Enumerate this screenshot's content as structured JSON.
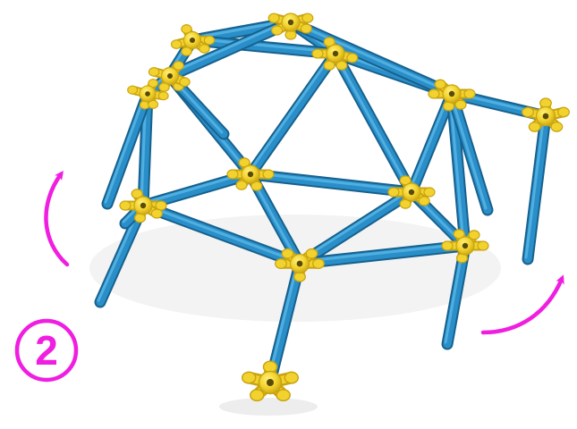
{
  "step": {
    "number": "2"
  },
  "colors": {
    "rod": "#2a8fc9",
    "rod_light": "#5ab8e8",
    "rod_dark": "#17618e",
    "connector": "#f2d22e",
    "connector_dark": "#c9a410",
    "connector_hole": "#5a4a08",
    "arrow": "#f01ee0",
    "shadow": "#dcdcdc"
  },
  "icons": {
    "left_arrow": "rotate-counterclockwise-arrow",
    "right_arrow": "rotate-clockwise-arrow",
    "step_badge": "circled-step-number"
  }
}
